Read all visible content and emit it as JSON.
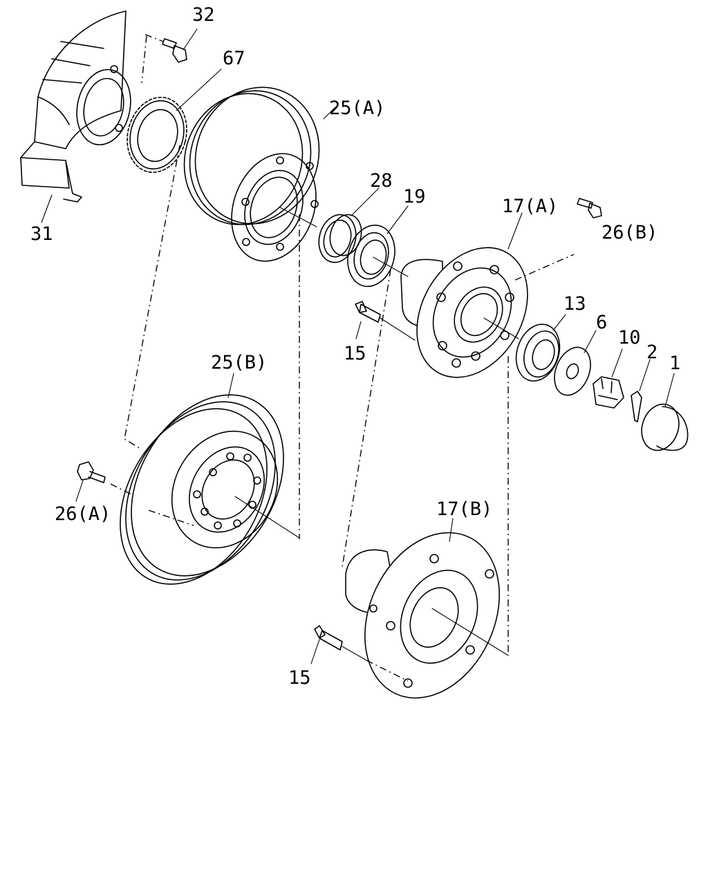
{
  "labels": {
    "p1": "1",
    "p2": "2",
    "p6": "6",
    "p10": "10",
    "p13": "13",
    "p15_upper": "15",
    "p15_lower": "15",
    "p17a": "17(A)",
    "p17b": "17(B)",
    "p19": "19",
    "p25a": "25(A)",
    "p25b": "25(B)",
    "p26a": "26(A)",
    "p26b": "26(B)",
    "p28": "28",
    "p31": "31",
    "p32": "32",
    "p67": "67"
  }
}
